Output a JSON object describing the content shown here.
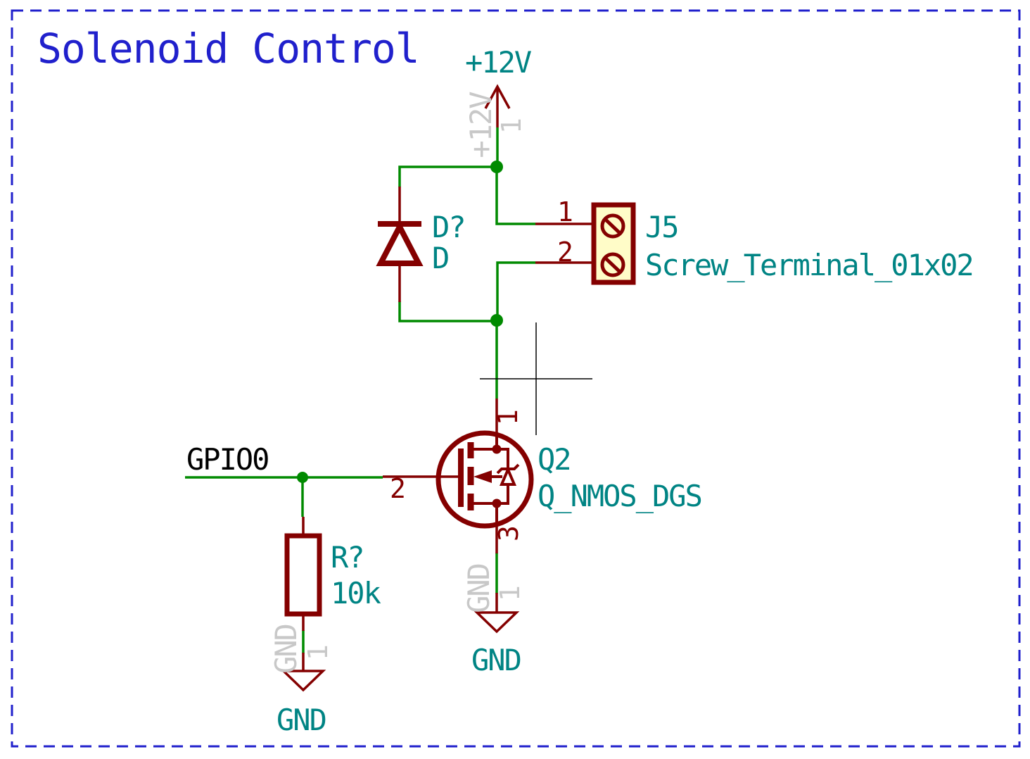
{
  "title": "Solenoid Control",
  "colors": {
    "title_and_border_blue": "#2020CC",
    "wire_green": "#008A00",
    "device_dark_red": "#840000",
    "field_teal": "#008484",
    "hidden_pin_gray": "#C8C8C8",
    "net_label_black": "#000000",
    "terminal_fill_yellow": "#FFFCC8",
    "background": "#FFFFFF",
    "crosshair_black": "#000000"
  },
  "power_symbols": {
    "v12": {
      "label": "+12V",
      "hidden_pin_name": "+12V",
      "hidden_pin_number": "1"
    },
    "gnd_mosfet": {
      "label": "GND",
      "hidden_pin_name": "GND",
      "hidden_pin_number": "1"
    },
    "gnd_resistor": {
      "label": "GND",
      "hidden_pin_name": "GND",
      "hidden_pin_number": "1"
    }
  },
  "components": {
    "diode": {
      "reference": "D?",
      "value": "D"
    },
    "terminal": {
      "reference": "J5",
      "value": "Screw_Terminal_01x02",
      "pin1": "1",
      "pin2": "2"
    },
    "mosfet": {
      "reference": "Q2",
      "value": "Q_NMOS_DGS",
      "pin_drain": "1",
      "pin_gate": "2",
      "pin_source": "3"
    },
    "resistor": {
      "reference": "R?",
      "value": "10k"
    }
  },
  "net_labels": {
    "gpio": "GPIO0"
  }
}
